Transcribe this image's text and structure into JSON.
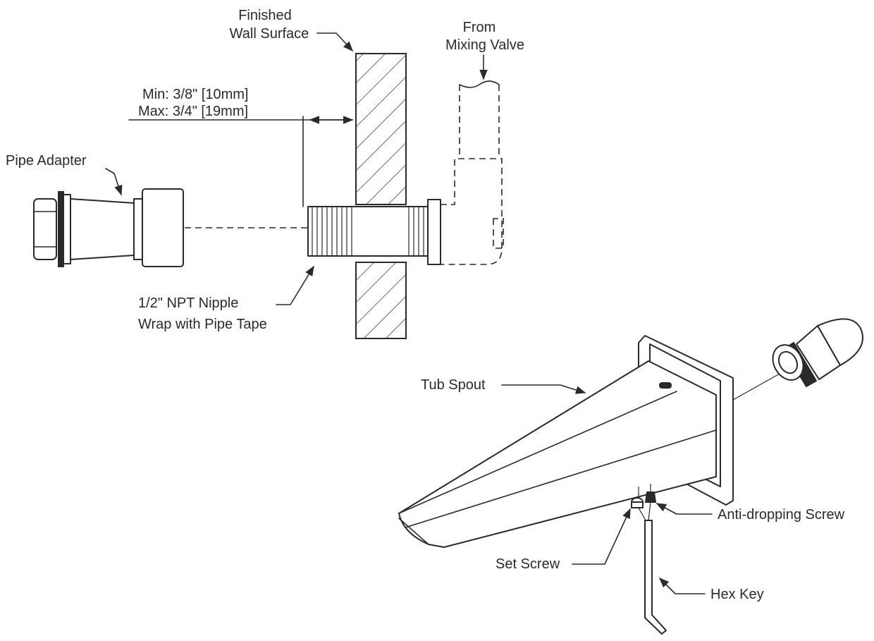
{
  "labels": {
    "finished_wall_line1": "Finished",
    "finished_wall_line2": "Wall Surface",
    "from_mixing_line1": "From",
    "from_mixing_line2": "Mixing Valve",
    "min_dim": "Min: 3/8\" [10mm]",
    "max_dim": "Max: 3/4\" [19mm]",
    "pipe_adapter": "Pipe  Adapter",
    "nipple_line1": "1/2\" NPT Nipple",
    "nipple_line2": "Wrap with Pipe Tape",
    "tub_spout": "Tub Spout",
    "anti_dropping_screw": "Anti-dropping Screw",
    "set_screw": "Set Screw",
    "hex_key": "Hex Key"
  }
}
